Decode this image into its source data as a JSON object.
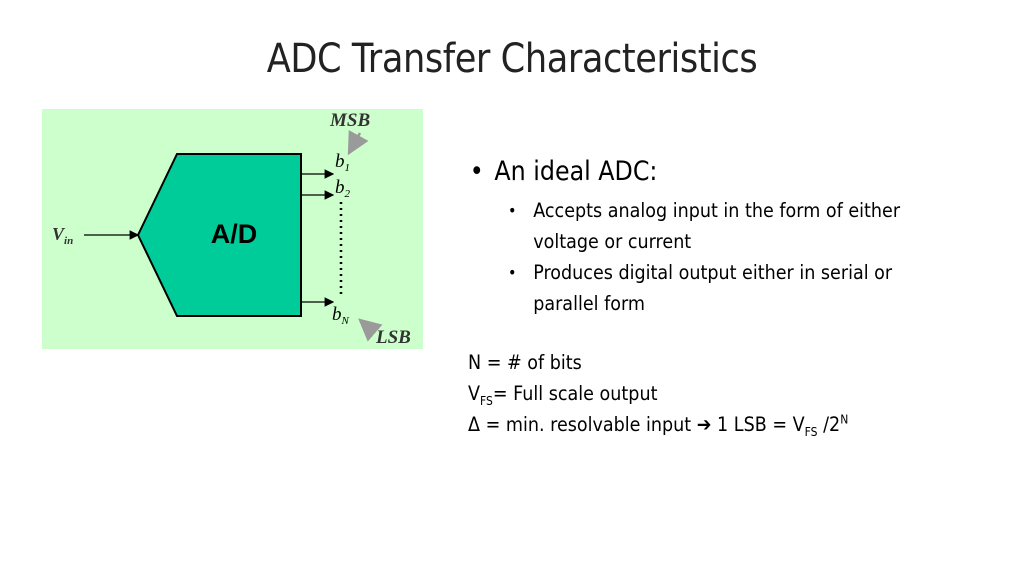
{
  "slide": {
    "title": "ADC Transfer Characteristics"
  },
  "figure": {
    "block_label": "A/D",
    "input_label": "V",
    "input_sub": "in",
    "msb_label": "MSB",
    "lsb_label": "LSB",
    "bit1": "b",
    "bit1_sub": "1",
    "bit2": "b",
    "bit2_sub": "2",
    "bitn": "b",
    "bitn_sub": "N",
    "colors": {
      "background": "#ccffcc",
      "block_fill": "#00cc99",
      "arrow": "#9a9a9a"
    }
  },
  "bullets": {
    "main": "An ideal ADC:",
    "items": [
      "Accepts analog input in the form of either voltage or current",
      "Produces digital output either in serial or parallel form"
    ]
  },
  "definitions": {
    "n_line": "N = # of bits",
    "vfs_v": "V",
    "vfs_sub": "FS",
    "vfs_rest": "= Full scale output",
    "delta_text": "Δ = min. resolvable input",
    "arrow": "➔",
    "lsb_text": "1 LSB = V",
    "lsb_sub": "FS",
    "lsb_div": " /2",
    "lsb_sup": "N"
  }
}
